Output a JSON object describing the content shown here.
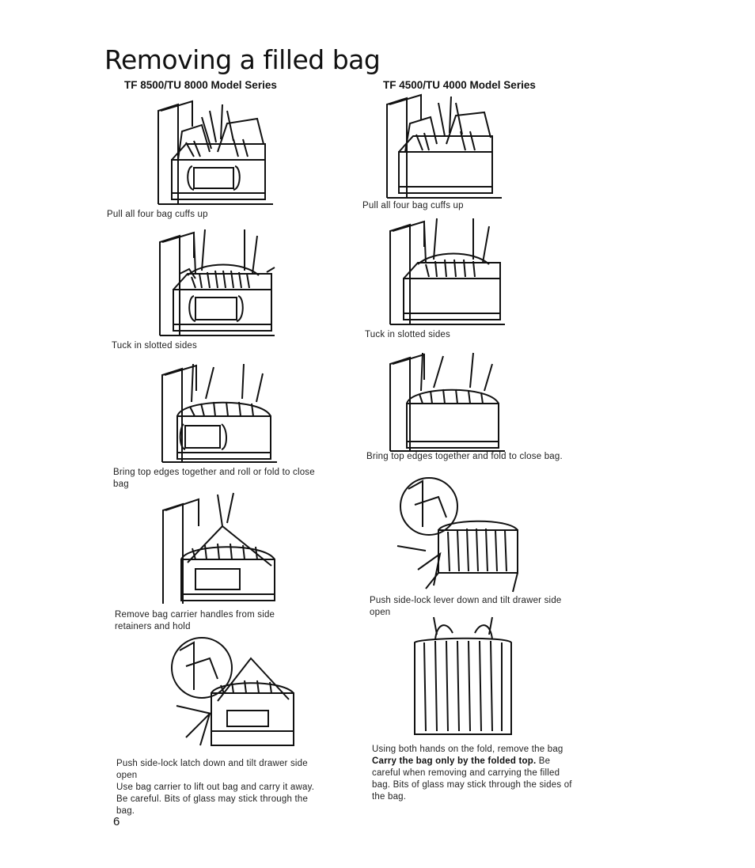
{
  "page": {
    "title": "Removing a filled bag",
    "page_number": "6"
  },
  "left_column": {
    "heading": "TF 8500/TU 8000 Model Series",
    "steps": [
      {
        "caption": "Pull all four bag cuffs up"
      },
      {
        "caption": "Tuck in slotted sides"
      },
      {
        "caption": "Bring top edges together and roll or fold to close bag"
      },
      {
        "caption": "Remove bag carrier handles from side retainers and hold"
      },
      {
        "caption": "Push side-lock latch down and tilt drawer side open",
        "extra": "Use bag carrier to lift out bag and carry it away. Be careful. Bits of glass may stick through the bag."
      }
    ]
  },
  "right_column": {
    "heading": "TF 4500/TU 4000 Model Series",
    "steps": [
      {
        "caption": "Pull all four bag cuffs up"
      },
      {
        "caption": "Tuck in slotted sides"
      },
      {
        "caption": "Bring top edges together and fold to close bag."
      },
      {
        "caption": "Push side-lock lever down and tilt drawer side open"
      },
      {
        "caption": "Using both hands on the fold, remove the bag",
        "bold": "Carry the bag only by the folded top.",
        "extra": "Be careful when removing and carrying the filled bag. Bits of glass may stick through the sides of the bag."
      }
    ]
  }
}
